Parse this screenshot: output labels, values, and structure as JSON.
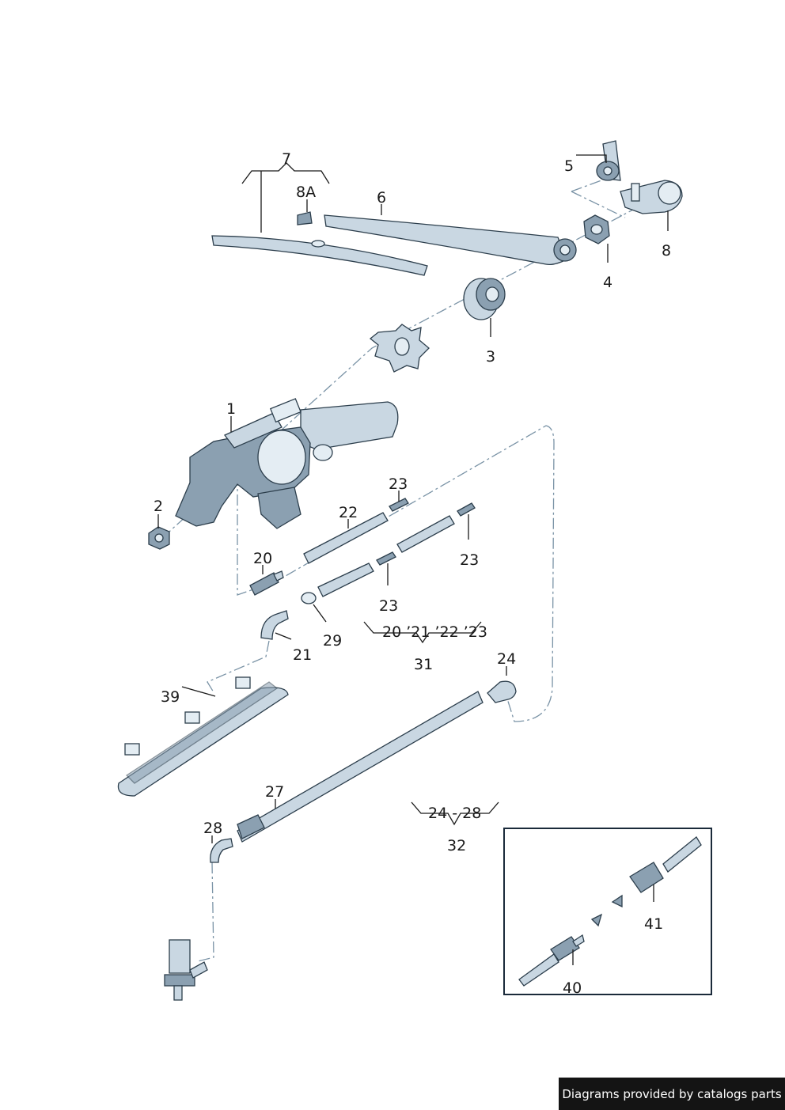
{
  "callouts": {
    "c1": "1",
    "c2": "2",
    "c3": "3",
    "c4": "4",
    "c5": "5",
    "c6": "6",
    "c7": "7",
    "c8": "8",
    "c8a": "8A",
    "c20": "20",
    "c21": "21",
    "c22": "22",
    "c23a": "23",
    "c23b": "23",
    "c23c": "23",
    "c24": "24",
    "c27": "27",
    "c28": "28",
    "c29": "29",
    "c31": "31",
    "c32": "32",
    "c39": "39",
    "c40": "40",
    "c41": "41"
  },
  "groups": {
    "g31_members": "20 ’21 ’22 ’23",
    "g32_members": "24 - 28"
  },
  "footer": {
    "credit": "Diagrams provided by catalogs parts"
  }
}
